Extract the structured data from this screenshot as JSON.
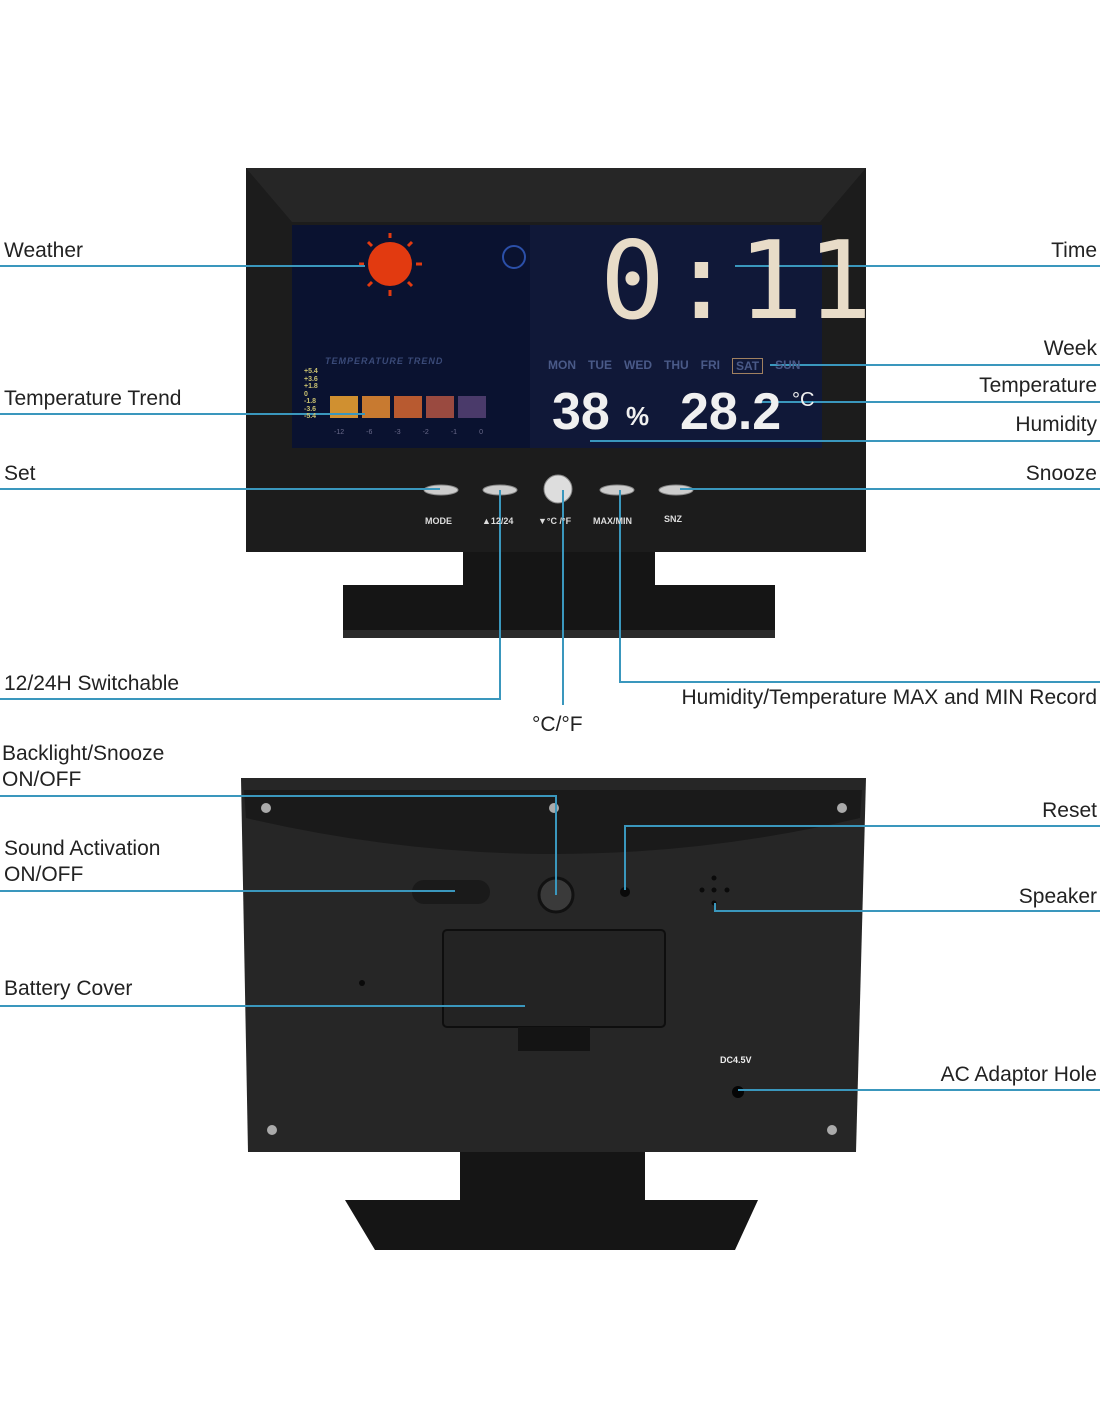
{
  "labels": {
    "weather": "Weather",
    "temperature_trend": "Temperature Trend",
    "set": "Set",
    "time": "Time",
    "week": "Week",
    "temperature": "Temperature",
    "humidity": "Humidity",
    "snooze": "Snooze",
    "switchable": "12/24H Switchable",
    "unit": "°C/°F",
    "maxmin": "Humidity/Temperature MAX and MIN Record",
    "backlight_1": "Backlight/Snooze",
    "backlight_2": "ON/OFF",
    "sound_1": "Sound Activation",
    "sound_2": "ON/OFF",
    "battery": "Battery Cover",
    "reset": "Reset",
    "speaker": "Speaker",
    "adaptor": "AC Adaptor Hole"
  },
  "screen": {
    "time": "0:11",
    "days": [
      "MON",
      "TUE",
      "WED",
      "THU",
      "FRI",
      "SAT",
      "SUN"
    ],
    "selected_day": "SAT",
    "humidity": "38",
    "humidity_unit": "%",
    "temperature": "28.2",
    "temperature_unit": "°C",
    "trend_title": "TEMPERATURE TREND",
    "trend_scale": [
      "+5.4",
      "+3.6",
      "+1.8",
      "0",
      "-1.8",
      "-3.6",
      "-5.4"
    ],
    "trend_hours": [
      "-12",
      "-6",
      "-3",
      "-2",
      "-1",
      "0"
    ]
  },
  "buttons": [
    "MODE",
    "▲12/24",
    "▼°C /°F",
    "MAX/MIN",
    "SNZ"
  ],
  "back": {
    "dc_label": "DC4.5V"
  },
  "colors": {
    "leader": "#3a97bd",
    "body": "#1c1c1c",
    "screen": "#0c1430"
  }
}
